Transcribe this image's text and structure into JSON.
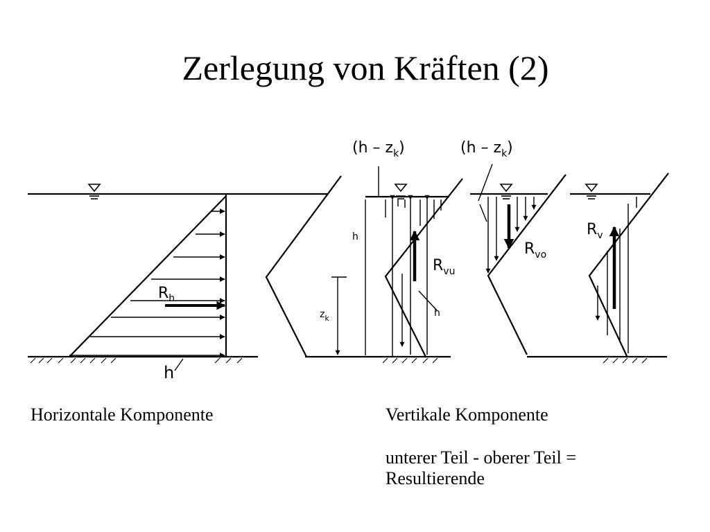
{
  "slide": {
    "title": "Zerlegung von Kräften (2)"
  },
  "captions": {
    "horizontal": "Horizontale Komponente",
    "vertical": "Vertikale Komponente",
    "resultant": "unterer Teil - oberer Teil  = Resultierende"
  },
  "diagram": {
    "labels": {
      "rh": "R",
      "rh_sub": "h",
      "h_base": "h",
      "h_left": "h",
      "zk": "z",
      "zk_sub": "k",
      "h_zk_1": "(h – z",
      "h_zk_1_sub": "k",
      "h_zk_1_close": ")",
      "h_zk_2": "(h – z",
      "h_zk_2_sub": "k",
      "h_zk_2_close": ")",
      "rvu": "R",
      "rvu_sub": "vu",
      "h_right": "h",
      "rvo": "R",
      "rvo_sub": "vo",
      "rv": "R",
      "rv_sub": "v"
    }
  }
}
